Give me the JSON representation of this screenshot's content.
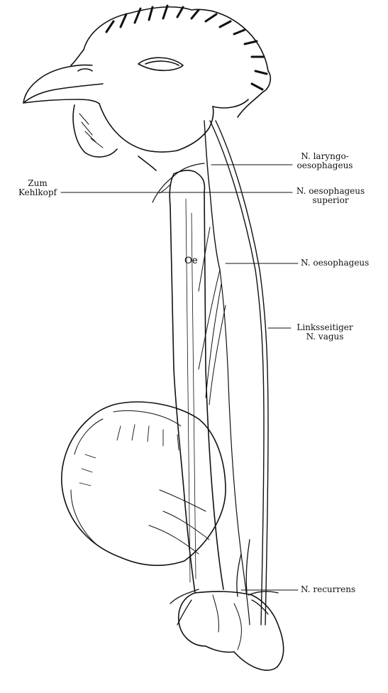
{
  "labels": {
    "laryngo_line1": "N. laryngo-",
    "laryngo_line2": "oesophageus",
    "zum_line1": "Zum",
    "zum_line2": "Kehlkopf",
    "oes_sup_line1": "N. oesophageus",
    "oes_sup_line2": "superior",
    "oesophageus": "N. oesophageus",
    "vagus_line1": "Linksseitiger",
    "vagus_line2": "N. vagus",
    "recurrens": "N. recurrens",
    "oe": "Oe"
  }
}
